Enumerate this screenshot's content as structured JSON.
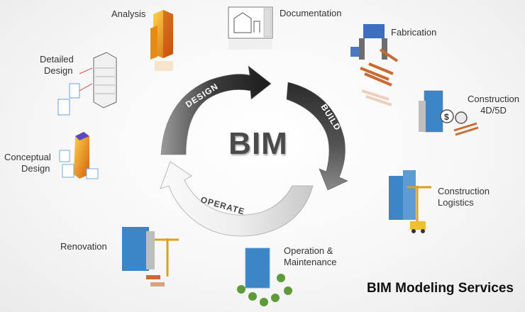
{
  "diagram": {
    "center": "BIM",
    "cycle": [
      "DESIGN",
      "BUILD",
      "OPERATE"
    ],
    "stages": [
      {
        "id": "analysis",
        "lines": [
          "Analysis"
        ]
      },
      {
        "id": "documentation",
        "lines": [
          "Documentation"
        ]
      },
      {
        "id": "fabrication",
        "lines": [
          "Fabrication"
        ]
      },
      {
        "id": "construction-4d5d",
        "lines": [
          "Construction",
          "4D/5D"
        ]
      },
      {
        "id": "construction-logistics",
        "lines": [
          "Construction",
          "Logistics"
        ]
      },
      {
        "id": "operation-maintenance",
        "lines": [
          "Operation &",
          "Maintenance"
        ]
      },
      {
        "id": "renovation",
        "lines": [
          "Renovation"
        ]
      },
      {
        "id": "conceptual-design",
        "lines": [
          "Conceptual",
          "Design"
        ]
      },
      {
        "id": "detailed-design",
        "lines": [
          "Detailed",
          "Design"
        ]
      }
    ],
    "footer": "BIM Modeling Services"
  }
}
